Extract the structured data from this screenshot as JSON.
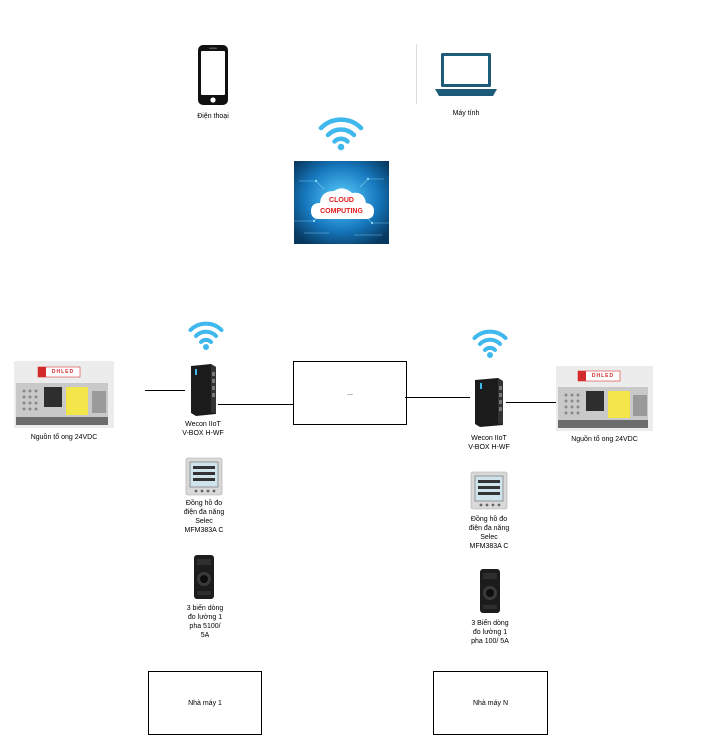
{
  "devices": {
    "phone_label": "Điện thoại",
    "laptop_label": "Máy tính"
  },
  "cloud": {
    "line1": "CLOUD",
    "line2": "COMPUTING"
  },
  "left": {
    "power_label": "Nguồn tổ ong 24VDC",
    "power_brand": "DHLED",
    "gateway_label": "Wecon IIoT V-BOX H-WF",
    "meter_label": "Đồng hồ đo điện đa năng Selec MFM383A C",
    "ct_label": "3 biến dòng đo lường 1 pha 5100/ 5A",
    "factory_label": "Nhà máy 1"
  },
  "right": {
    "power_label": "Nguồn tổ ong 24VDC",
    "power_brand": "DHLED",
    "gateway_label": "Wecon IIoT V-BOX H-WF",
    "meter_label": "Đồng hồ đo điện đa năng Selec MFM383A C",
    "ct_label": "3 Biến dòng đo lường 1 pha 100/ 5A",
    "factory_label": "Nhà máy N"
  },
  "middle_box_label": "...",
  "colors": {
    "wifi": "#3fb8ee",
    "cloud_bg": "#0b5c9b",
    "laptop": "#1e5b78",
    "device_dark": "#1b1b1b"
  },
  "icons": [
    "phone-icon",
    "laptop-icon",
    "wifi-icon",
    "cloud-computing-image",
    "power-supply-image",
    "gateway-device-image",
    "power-meter-image",
    "current-transformer-image"
  ]
}
